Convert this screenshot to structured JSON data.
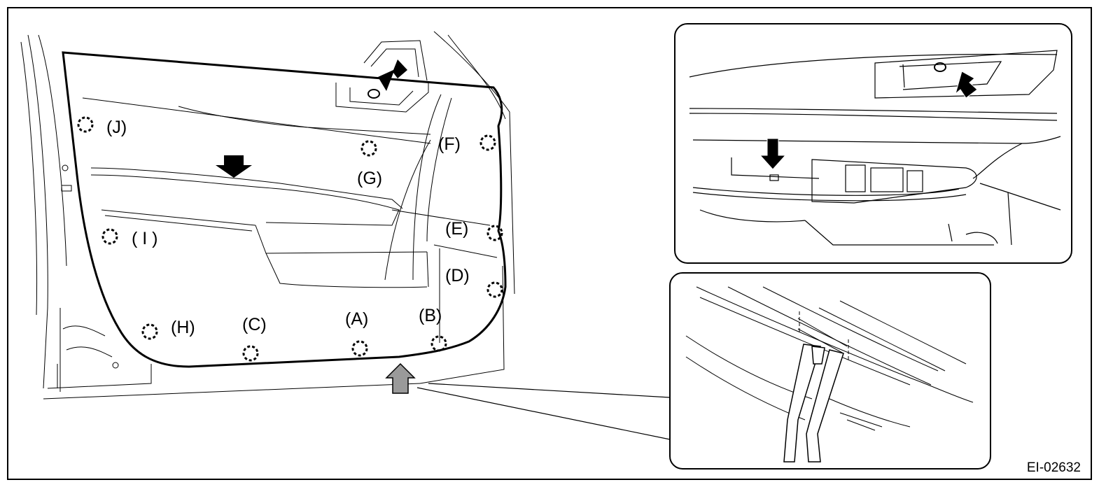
{
  "figure_code": "EI-02632",
  "clip_labels": {
    "a": "(A)",
    "b": "(B)",
    "c": "(C)",
    "d": "(D)",
    "e": "(E)",
    "f": "(F)",
    "g": "(G)",
    "h": "(H)",
    "i": "( I )",
    "j": "(J)"
  },
  "colors": {
    "line": "#000000",
    "background": "#ffffff",
    "lift_arrow": "#9a9a9a"
  },
  "icons": [
    "push-arrow-icon",
    "lift-arrow-icon",
    "clip-marker-icon",
    "remover-tool-icon"
  ]
}
